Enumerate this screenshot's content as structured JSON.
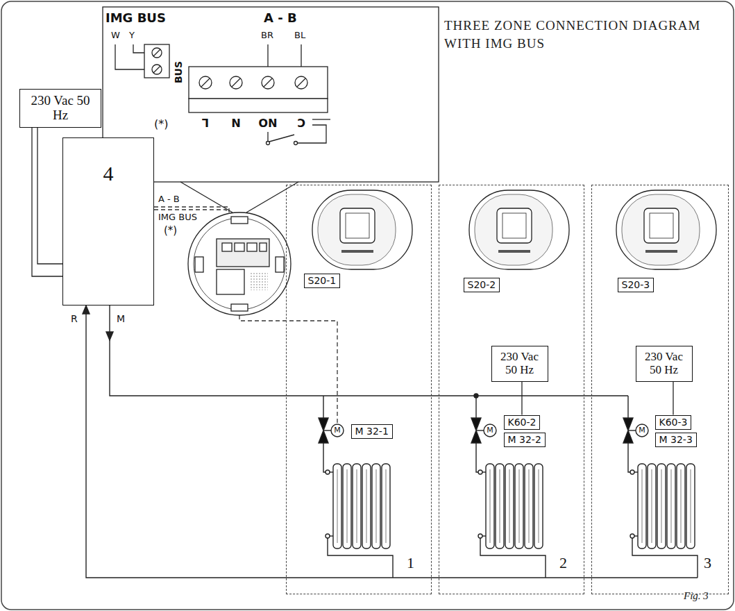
{
  "diagram": {
    "title": "THREE ZONE CONNECTION DIAGRAM WITH IMG BUS",
    "caption": "Fig. 3",
    "nodes": [
      {
        "text": [
          "230 Vac 50 Hz"
        ]
      },
      {
        "text": [
          "4"
        ]
      },
      {
        "text": [
          "1"
        ]
      },
      {
        "text": [
          "S20-1"
        ],
        "in": 2
      },
      {
        "text": [
          "M 32-1"
        ],
        "in": 2
      },
      {
        "text": [
          "2"
        ]
      },
      {
        "text": [
          "S20-2"
        ],
        "in": 5
      },
      {
        "text": [
          "230 Vac 50 Hz"
        ],
        "in": 5
      },
      {
        "text": [
          "K60-2"
        ],
        "in": 5
      },
      {
        "text": [
          "M 32-2"
        ],
        "in": 5
      },
      {
        "text": [
          "3"
        ]
      },
      {
        "text": [
          "S20-3"
        ],
        "in": 10
      },
      {
        "text": [
          "230 Vac 50 Hz"
        ],
        "in": 10
      },
      {
        "text": [
          "K60-3"
        ],
        "in": 10
      },
      {
        "text": [
          "M 32-3"
        ],
        "in": 10
      }
    ],
    "edges": [
      {
        "from": 0,
        "to": 1,
        "arrow": "none"
      },
      {
        "from": 7,
        "to": 8,
        "arrow": "none"
      },
      {
        "from": 12,
        "to": 13,
        "arrow": "none"
      }
    ],
    "labels": [
      "IMG BUS",
      "A - B",
      "W",
      "Y",
      "BR",
      "BL",
      "BUS",
      "(*)",
      "L",
      "N",
      "NO",
      "C",
      "A - B",
      "IMG BUS",
      "(*)",
      "R",
      "M",
      "M",
      "M",
      "M"
    ]
  }
}
